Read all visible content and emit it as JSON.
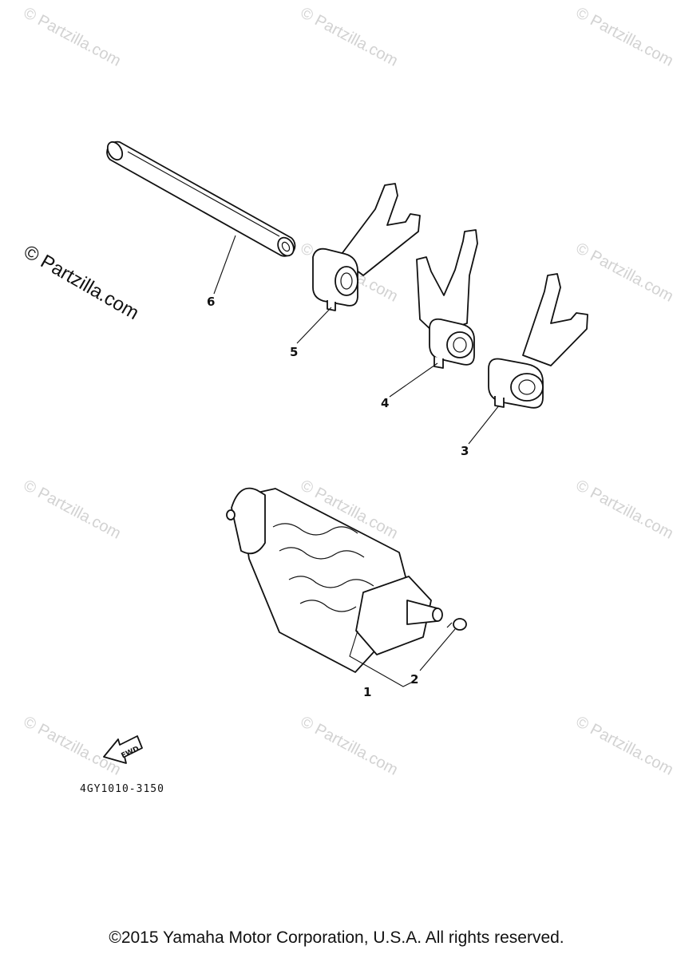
{
  "watermark": {
    "text": "© Partzilla.com",
    "color": "#d2d2d2"
  },
  "watermark_prominent": {
    "text": "© Partzilla.com"
  },
  "callouts": {
    "c1": "1",
    "c2": "2",
    "c3": "3",
    "c4": "4",
    "c5": "5",
    "c6": "6"
  },
  "fwd_badge": {
    "label": "FWD"
  },
  "diagram_code": "4GY1010-3150",
  "copyright": "©2015 Yamaha Motor Corporation, U.S.A. All rights reserved."
}
